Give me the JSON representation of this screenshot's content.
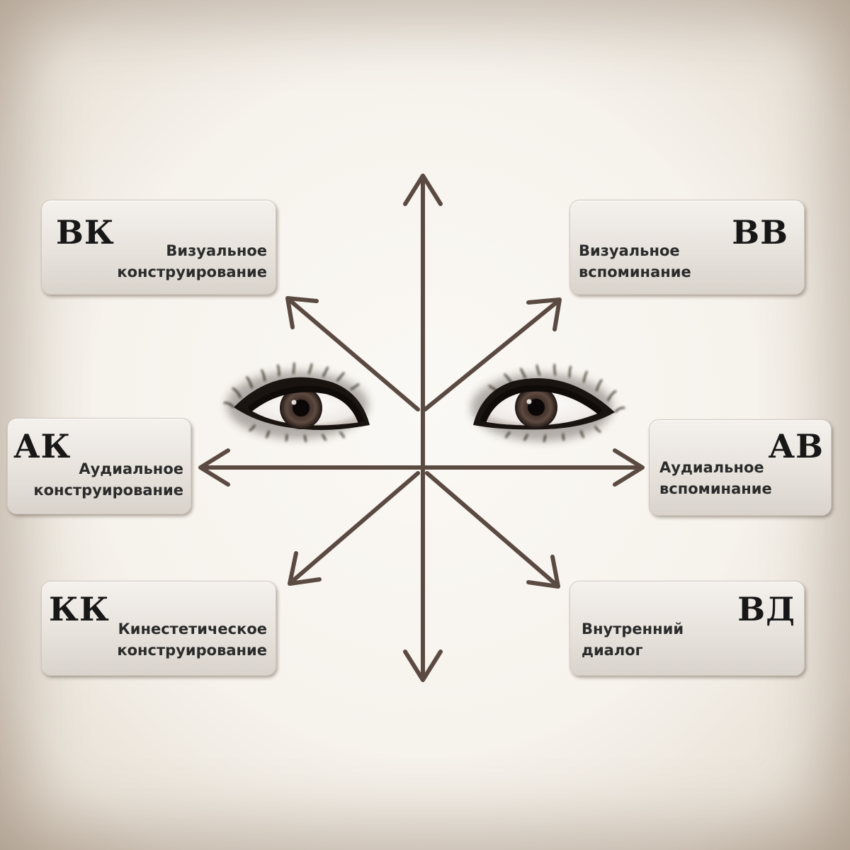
{
  "boxes": {
    "vk": {
      "code": "ВК",
      "line1": "Визуальное",
      "line2": "конструирование"
    },
    "vv": {
      "code": "ВВ",
      "line1": "Визуальное",
      "line2": "вспоминание"
    },
    "ak": {
      "code": "АК",
      "line1": "Аудиальное",
      "line2": "конструирование"
    },
    "av": {
      "code": "АВ",
      "line1": "Аудиальное",
      "line2": "вспоминание"
    },
    "kk": {
      "code": "КК",
      "line1": "Кинестетическое",
      "line2": "конструирование"
    },
    "vd": {
      "code": "ВД",
      "line1": "Внутренний",
      "line2": "диалог"
    }
  },
  "colors": {
    "arrow": "#5a4a42",
    "code_text": "#171717",
    "label_text": "#2b2b2b",
    "eye_dark": "#1a1411",
    "iris": "#4a3a33"
  },
  "icons": {
    "left_eye": "eye-icon",
    "right_eye": "eye-icon",
    "arrow": "arrow-icon"
  }
}
